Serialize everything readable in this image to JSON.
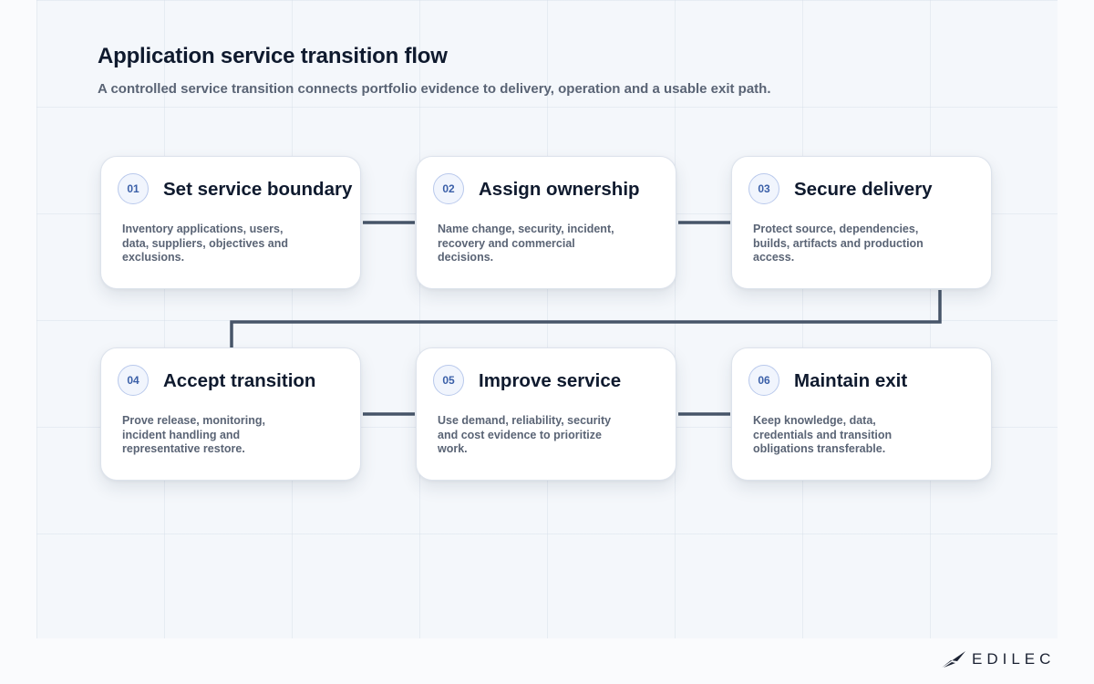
{
  "header": {
    "title": "Application service transition flow",
    "subtitle": "A controlled service transition connects portfolio evidence to delivery, operation and a usable exit path."
  },
  "steps": [
    {
      "number": "01",
      "title": "Set service boundary",
      "description": "Inventory applications, users, data, suppliers, objectives and exclusions."
    },
    {
      "number": "02",
      "title": "Assign ownership",
      "description": "Name change, security, incident, recovery and commercial decisions."
    },
    {
      "number": "03",
      "title": "Secure delivery",
      "description": "Protect source, dependencies, builds, artifacts and production access."
    },
    {
      "number": "04",
      "title": "Accept transition",
      "description": "Prove release, monitoring, incident handling and representative restore."
    },
    {
      "number": "05",
      "title": "Improve service",
      "description": "Use demand, reliability, security and cost evidence to prioritize work."
    },
    {
      "number": "06",
      "title": "Maintain exit",
      "description": "Keep knowledge, data, credentials and transition obligations transferable."
    }
  ],
  "branding": {
    "logo_text": "EDILEC"
  },
  "colors": {
    "connector": "#475569",
    "badge_text": "#3a5fa8",
    "title_text": "#0f1a2e"
  }
}
